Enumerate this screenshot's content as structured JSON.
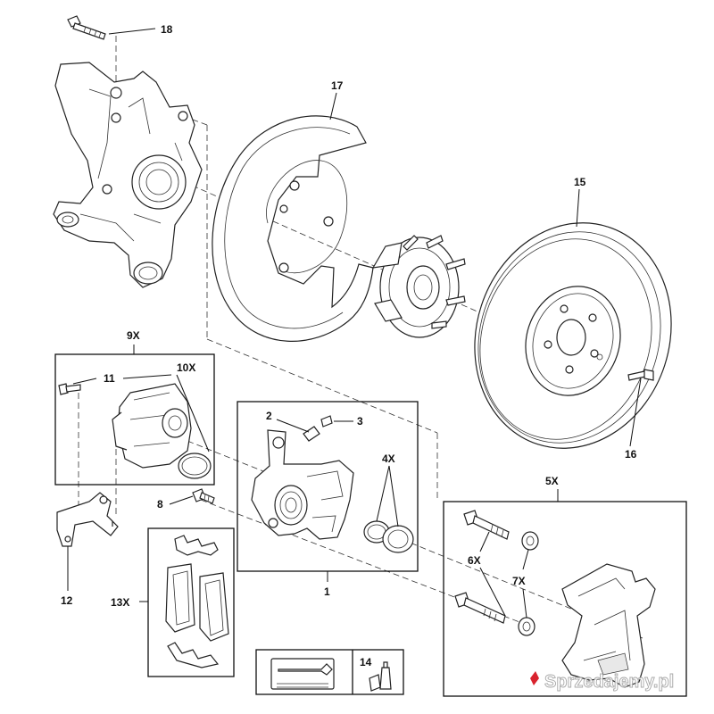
{
  "labels": {
    "p1": "1",
    "p2": "2",
    "p3": "3",
    "p4x": "4X",
    "p5x": "5X",
    "p6x": "6X",
    "p7x": "7X",
    "p8": "8",
    "p9x": "9X",
    "p10x": "10X",
    "p11": "11",
    "p12": "12",
    "p13x": "13X",
    "p14": "14",
    "p15": "15",
    "p16": "16",
    "p17": "17",
    "p18": "18"
  },
  "watermark": {
    "text": "Sprzedajemy.pl"
  },
  "colors": {
    "line": "#222222",
    "watermark_logo": "#d9232e"
  }
}
